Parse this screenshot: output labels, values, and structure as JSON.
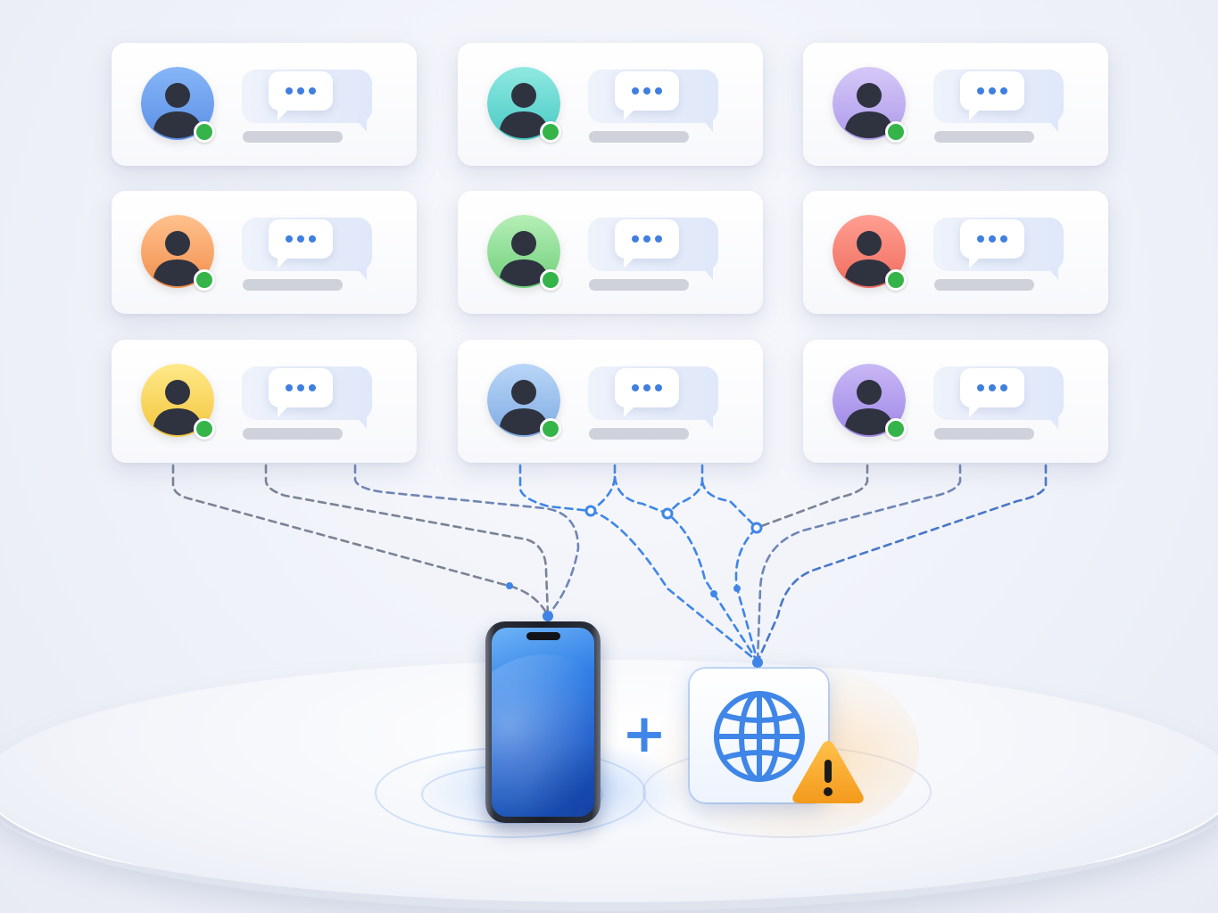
{
  "users": [
    {
      "color_top": "#86b6f7",
      "color_bottom": "#5a8fe6",
      "status": "online"
    },
    {
      "color_top": "#8fe9e2",
      "color_bottom": "#49c9c4",
      "status": "online"
    },
    {
      "color_top": "#d6c8f7",
      "color_bottom": "#ad9aeb",
      "status": "online"
    },
    {
      "color_top": "#ffc18e",
      "color_bottom": "#f28f4c",
      "status": "online"
    },
    {
      "color_top": "#b6efb7",
      "color_bottom": "#6fcf7a",
      "status": "online"
    },
    {
      "color_top": "#ff9f92",
      "color_bottom": "#ef6c5e",
      "status": "online"
    },
    {
      "color_top": "#ffe98a",
      "color_bottom": "#f3c53c",
      "status": "online"
    },
    {
      "color_top": "#b9d6f7",
      "color_bottom": "#80abe3",
      "status": "online"
    },
    {
      "color_top": "#c9b8f5",
      "color_bottom": "#9d86e6",
      "status": "online"
    }
  ],
  "colors": {
    "status_online": "#35b44a",
    "connector_blue": "#3f86e8",
    "connector_gray": "#7a8396",
    "warning": "#f6a623"
  },
  "icons": {
    "bubble": "typing-bubble-icon",
    "phone": "smartphone-icon",
    "plus": "plus-icon",
    "globe": "globe-icon",
    "warning": "warning-icon"
  }
}
